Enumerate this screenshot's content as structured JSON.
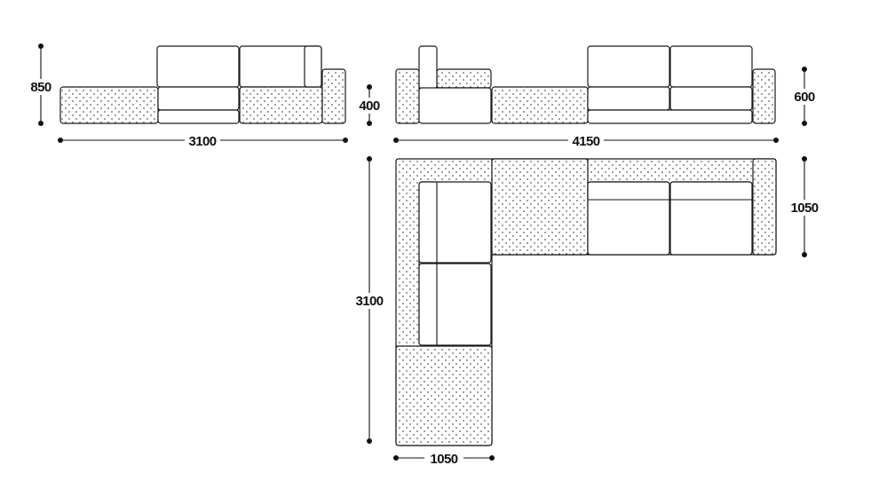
{
  "dimensions": {
    "left_height": "850",
    "left_width": "3100",
    "seat_height": "400",
    "back_height": "600",
    "front_width": "4150",
    "depth_right": "1050",
    "depth_left": "3100",
    "chaise_width": "1050"
  },
  "colors": {
    "stroke": "#1a1a1a",
    "pattern_dot": "#222222",
    "background": "#ffffff"
  }
}
